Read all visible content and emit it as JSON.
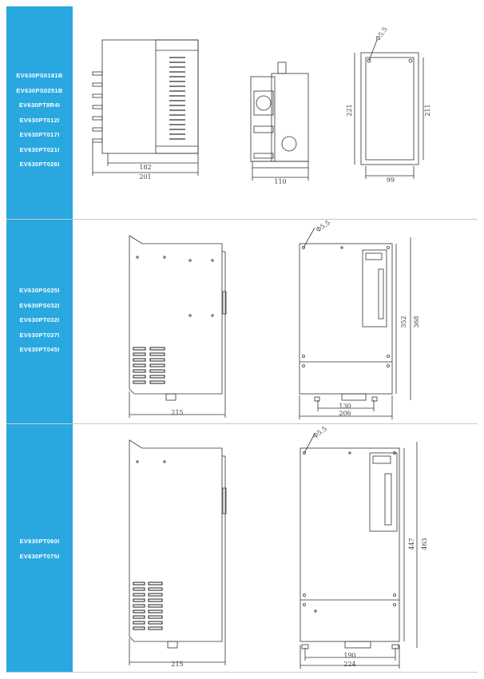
{
  "sections": [
    {
      "models": [
        "EV630PS0181B",
        "EV630PS0251B",
        "EV630PT8R4I",
        "EV630PT012I",
        "EV630PT017I",
        "EV630PT021I",
        "EV630PT026I"
      ],
      "dims": {
        "side_inner": "182",
        "side_outer": "201",
        "front_width": "110",
        "back_width": "99",
        "back_height_inner": "211",
        "back_height_outer": "221",
        "hole": "Φ5.5"
      }
    },
    {
      "models": [
        "EV630PS025I",
        "EV630PS032I",
        "EV630PT032I",
        "EV630PT037I",
        "EV630PT045I"
      ],
      "dims": {
        "side_width": "215",
        "hole_spacing": "130",
        "front_width": "206",
        "height_inner": "352",
        "height_outer": "368",
        "hole": "Φ5.5"
      }
    },
    {
      "models": [
        "EV630PT060I",
        "EV630PT075I"
      ],
      "dims": {
        "side_width": "215",
        "hole_spacing": "190",
        "front_width": "224",
        "height_inner": "447",
        "height_outer": "463",
        "hole": "Φ5.5"
      }
    }
  ]
}
